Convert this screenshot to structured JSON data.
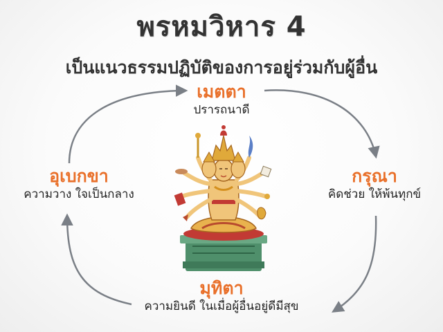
{
  "title": "พรหมวิหาร 4",
  "subtitle": "เป็นแนวธรรมปฏิบัติของการอยู่ร่วมกับผู้อื่น",
  "virtues": {
    "metta": {
      "name": "เมตตา",
      "desc": "ปรารถนาดี"
    },
    "karuna": {
      "name": "กรุณา",
      "desc": "คิดช่วย ให้พ้นทุกข์"
    },
    "mudita": {
      "name": "มุทิตา",
      "desc": "ความยินดี  ในเมื่อผู้อื่นอยู่ดีมีสุข"
    },
    "upekkha": {
      "name": "อุเบกขา",
      "desc": "ความวาง ใจเป็นกลาง"
    }
  },
  "colors": {
    "accent": "#e9702a",
    "arrow": "#7a7f86",
    "text": "#333333"
  },
  "icons": {
    "center": "four-faced-brahma-illustration"
  }
}
